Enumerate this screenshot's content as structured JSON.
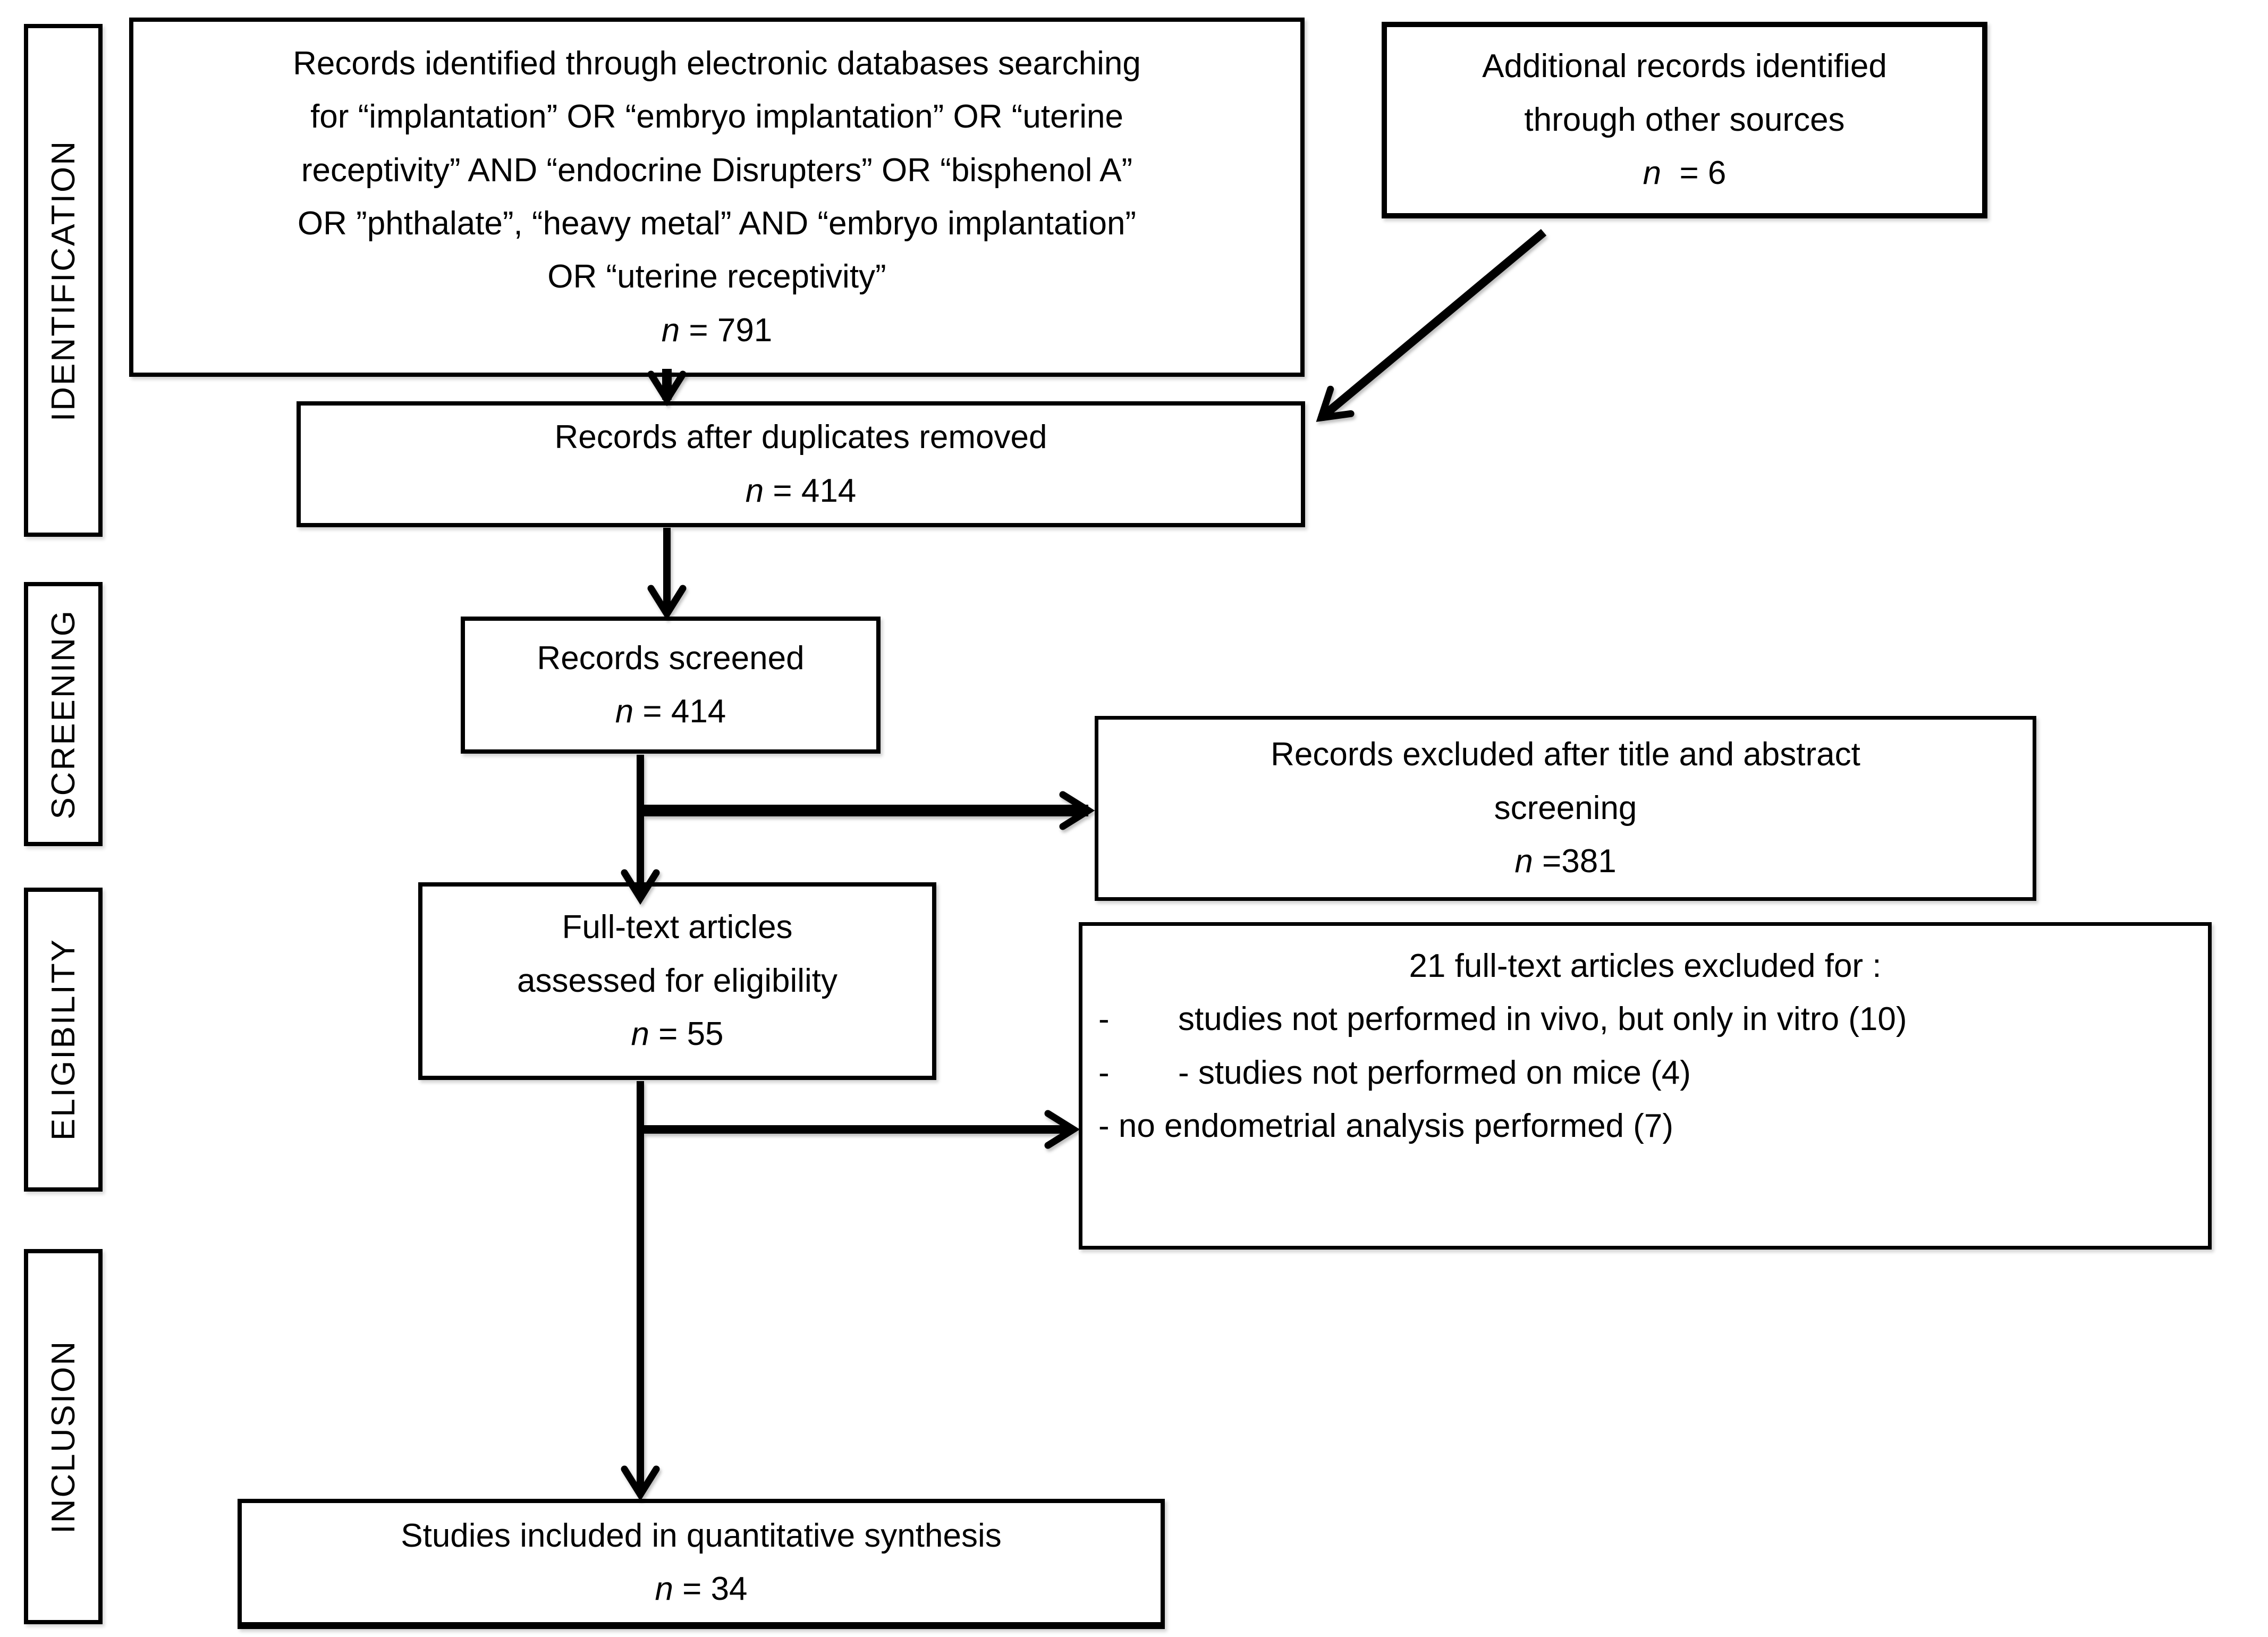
{
  "sidebar": {
    "stages": [
      {
        "label": "IDENTIFICATION"
      },
      {
        "label": "SCREENING"
      },
      {
        "label": "ELIGIBILITY"
      },
      {
        "label": "INCLUSION"
      }
    ]
  },
  "boxes": {
    "identified": {
      "lines": [
        "Records identified through electronic databases searching",
        "for “implantation” OR “embryo implantation” OR “uterine",
        "receptivity” AND “endocrine Disrupters” OR “bisphenol A”",
        "OR ”phthalate”, “heavy metal” AND “embryo implantation”",
        "OR “uterine receptivity”"
      ],
      "count": "n = 791"
    },
    "additional": {
      "lines": [
        "Additional records identified",
        "through other sources"
      ],
      "count": "n  = 6"
    },
    "duplicates_removed": {
      "line": "Records after duplicates removed",
      "count": "n = 414"
    },
    "screened": {
      "line": "Records screened",
      "count": "n = 414"
    },
    "excluded_screening": {
      "lines": [
        "Records excluded after title and abstract",
        "screening"
      ],
      "count": "n =381"
    },
    "fulltext": {
      "lines": [
        "Full-text articles",
        "assessed for eligibility"
      ],
      "count": "n = 55"
    },
    "excluded_fulltext": {
      "title": "21 full-text articles excluded for :",
      "items": [
        {
          "bullet": "-",
          "text": "studies not performed in vivo, but only in vitro (10)"
        },
        {
          "bullet": "-",
          "text": "- studies not performed on mice (4)"
        }
      ],
      "footer": "- no endometrial analysis performed (7)"
    },
    "included": {
      "line": "Studies included in quantitative synthesis",
      "count": "n = 34"
    }
  }
}
